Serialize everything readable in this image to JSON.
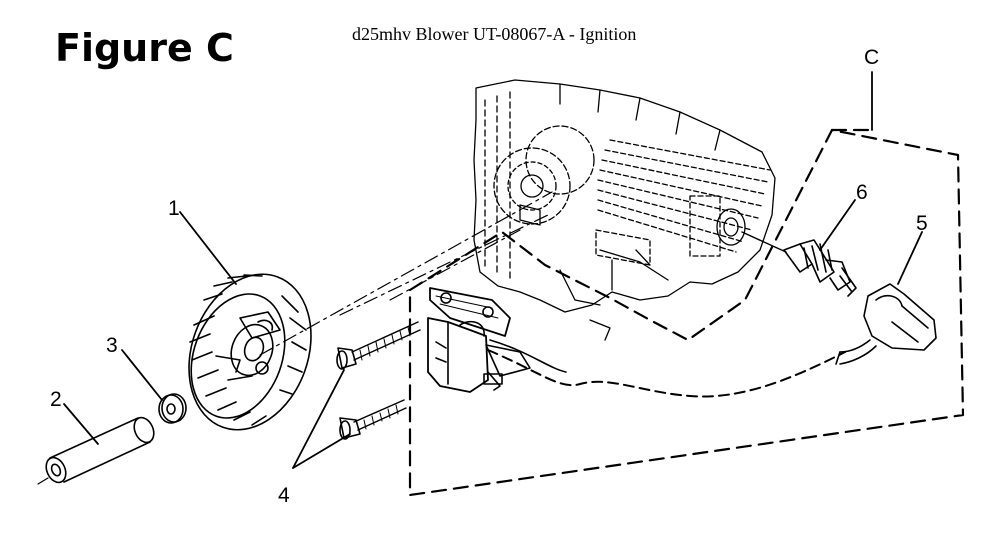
{
  "header": {
    "figure_label": "Figure C",
    "title": "d25mhv Blower UT-08067-A - Ignition"
  },
  "callouts": {
    "c": "C",
    "part_1": "1",
    "part_2": "2",
    "part_3": "3",
    "part_4": "4",
    "part_5": "5",
    "part_6": "6"
  },
  "colors": {
    "ink": "#000000",
    "background": "#ffffff"
  }
}
